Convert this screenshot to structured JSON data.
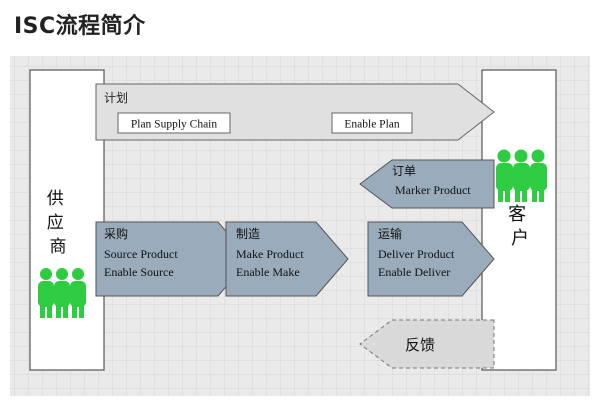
{
  "title": "ISC流程简介",
  "supplier": {
    "label": "供应商"
  },
  "customer": {
    "label": "客户"
  },
  "plan": {
    "header": "计划",
    "items": [
      "Plan Supply Chain",
      "Enable Plan"
    ]
  },
  "order": {
    "header": "订单",
    "items": [
      "Marker Product"
    ]
  },
  "source": {
    "header": "采购",
    "items": [
      "Source Product",
      "Enable Source"
    ]
  },
  "make": {
    "header": "制造",
    "items": [
      "Make Product",
      "Enable Make"
    ]
  },
  "deliver": {
    "header": "运输",
    "items": [
      "Deliver Product",
      "Enable Deliver"
    ]
  },
  "feedback": {
    "label": "反馈"
  },
  "colors": {
    "grid_bg": "#eaeaea",
    "grid_line": "#d2d2d2",
    "arrow_fill": "#9aabbc",
    "plan_fill": "#e0e0e0",
    "feedback_fill": "#d9d9d9",
    "people": "#2ecc40"
  }
}
